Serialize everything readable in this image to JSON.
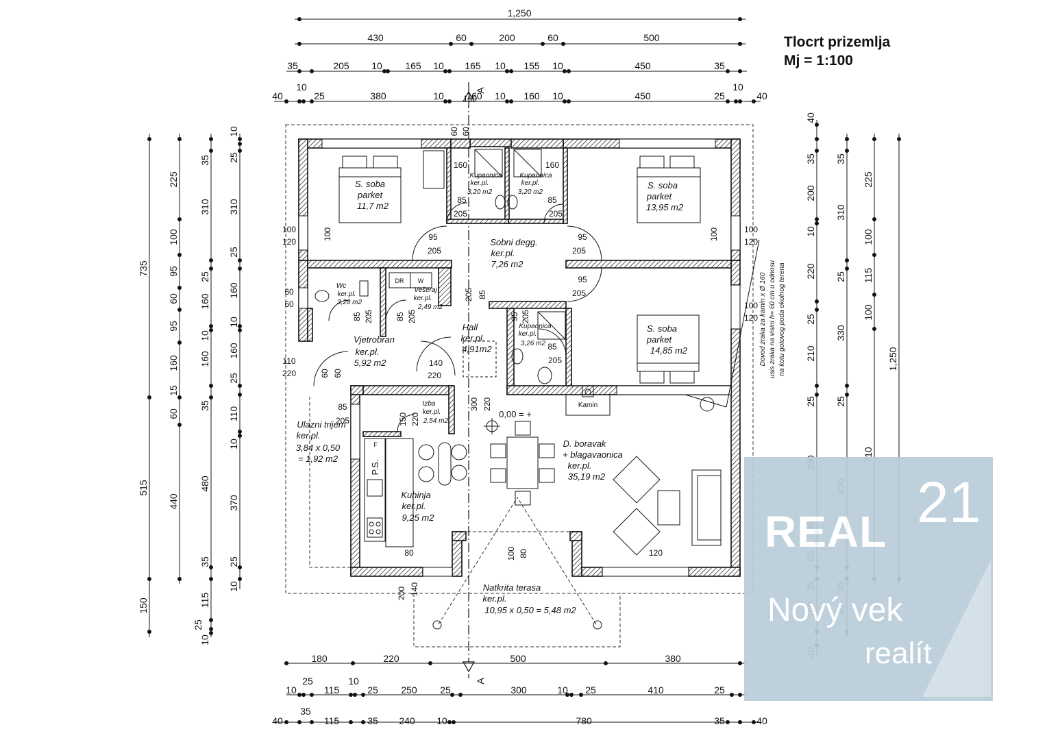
{
  "title": {
    "line1": "Tlocrt prizemlja",
    "line2": "Mj = 1:100"
  },
  "section_marker": "A",
  "top_dims": {
    "row1": [
      "1,250"
    ],
    "row2": [
      "430",
      "60",
      "200",
      "60",
      "500"
    ],
    "row3": [
      "35",
      "205",
      "10",
      "165",
      "10",
      "165",
      "10",
      "155",
      "10",
      "450",
      "35"
    ],
    "row4": [
      "40",
      "10",
      "25",
      "380",
      "10",
      "160",
      "10",
      "160",
      "10",
      "450",
      "25",
      "10",
      "40"
    ]
  },
  "bottom_dims": {
    "row1": [
      "180",
      "220",
      "500",
      "380"
    ],
    "row2": [
      "10",
      "25",
      "115",
      "10",
      "25",
      "250",
      "25",
      "300",
      "10",
      "25",
      "410",
      "25"
    ],
    "row3": [
      "40",
      "35",
      "115",
      "35",
      "240",
      "10",
      "780",
      "35",
      "40"
    ]
  },
  "left_dims": {
    "col1": [
      "735",
      "515",
      "150"
    ],
    "col2": [
      "225",
      "100",
      "95",
      "60",
      "95",
      "160",
      "15",
      "60",
      "440"
    ],
    "col3": [
      "35",
      "310",
      "25",
      "160",
      "10",
      "160",
      "35",
      "480",
      "35",
      "115",
      "25",
      "10"
    ],
    "col4": [
      "10",
      "25",
      "310",
      "25",
      "160",
      "10",
      "160",
      "25",
      "110",
      "10",
      "370",
      "25",
      "10"
    ]
  },
  "right_dims": {
    "col1": [
      "40",
      "35",
      "200",
      "10",
      "220",
      "25",
      "210",
      "25",
      "390",
      "35",
      "65",
      "35",
      "150",
      "40"
    ],
    "col2": [
      "35",
      "310",
      "25",
      "330",
      "25",
      "490",
      "35",
      "35"
    ],
    "col3": [
      "225",
      "100",
      "115",
      "100",
      "710"
    ],
    "col4": [
      "1,250"
    ]
  },
  "rooms": [
    {
      "name": "S. soba",
      "floor": "parket",
      "area": "11,7 m2"
    },
    {
      "name": "Kupaonica",
      "floor": "ker.pl.",
      "area": "3,20 m2"
    },
    {
      "name": "Kupaonica",
      "floor": "ker.pl.",
      "area": "3,20 m2"
    },
    {
      "name": "S. soba",
      "floor": "parket",
      "area": "13,95 m2"
    },
    {
      "name": "Sobni degg.",
      "floor": "ker.pl.",
      "area": "7,26 m2"
    },
    {
      "name": "Wc",
      "floor": "ker.pl.",
      "area": "3,28 m2"
    },
    {
      "name": "Vešeraj",
      "floor": "ker.pl.",
      "area": "2,49 m2"
    },
    {
      "name": "Hall",
      "floor": "ker.pl.",
      "area": "4,91m2"
    },
    {
      "name": "Kupaonica",
      "floor": "ker.pl.",
      "area": "3,26 m2"
    },
    {
      "name": "S. soba",
      "floor": "parket",
      "area": "14,85 m2"
    },
    {
      "name": "Vjetrobran",
      "floor": "ker.pl.",
      "area": "5,92 m2"
    },
    {
      "name": "Izba",
      "floor": "ker.pl.",
      "area": "2,54 m2"
    },
    {
      "name": "Ulazni trijem",
      "floor": "ker.pl.",
      "area": "3,84 x 0,50",
      "area2": "= 1,92 m2"
    },
    {
      "name": "Kuhinja",
      "floor": "ker.pl.",
      "area": "9,25 m2"
    },
    {
      "name": "D. boravak",
      "name2": "+ blagavaonica",
      "floor": "ker.pl.",
      "area": "35,19 m2"
    },
    {
      "name": "Natkrita terasa",
      "floor": "ker.pl.",
      "area": "10,95 x 0,50 = 5,48 m2"
    }
  ],
  "labels": {
    "level": "0,00 = +",
    "kamin": "Kamin",
    "ps": "P.S.",
    "dr": "DR",
    "w": "W",
    "f": "F",
    "note": [
      "Dovod zraka za kamin x Ø 160",
      "usis zraka na visini h= 60 cm u odnosu",
      "na kotu gotovog poda okolnog terena"
    ]
  },
  "inner_dims": [
    "100",
    "120",
    "100",
    "120",
    "95",
    "205",
    "95",
    "205",
    "85",
    "205",
    "85",
    "205",
    "160",
    "60",
    "60",
    "160",
    "160",
    "85",
    "205",
    "85",
    "205",
    "95",
    "205",
    "100",
    "100",
    "120",
    "100",
    "60",
    "60",
    "85",
    "205",
    "85",
    "205",
    "95",
    "205",
    "140",
    "220",
    "110",
    "220",
    "60",
    "60",
    "85",
    "205",
    "150",
    "220",
    "300",
    "220",
    "100",
    "80",
    "80",
    "120",
    "200",
    "140"
  ],
  "watermark": {
    "brand": "REAL",
    "num": "21",
    "line1": "Nový vek",
    "line2": "realít"
  }
}
